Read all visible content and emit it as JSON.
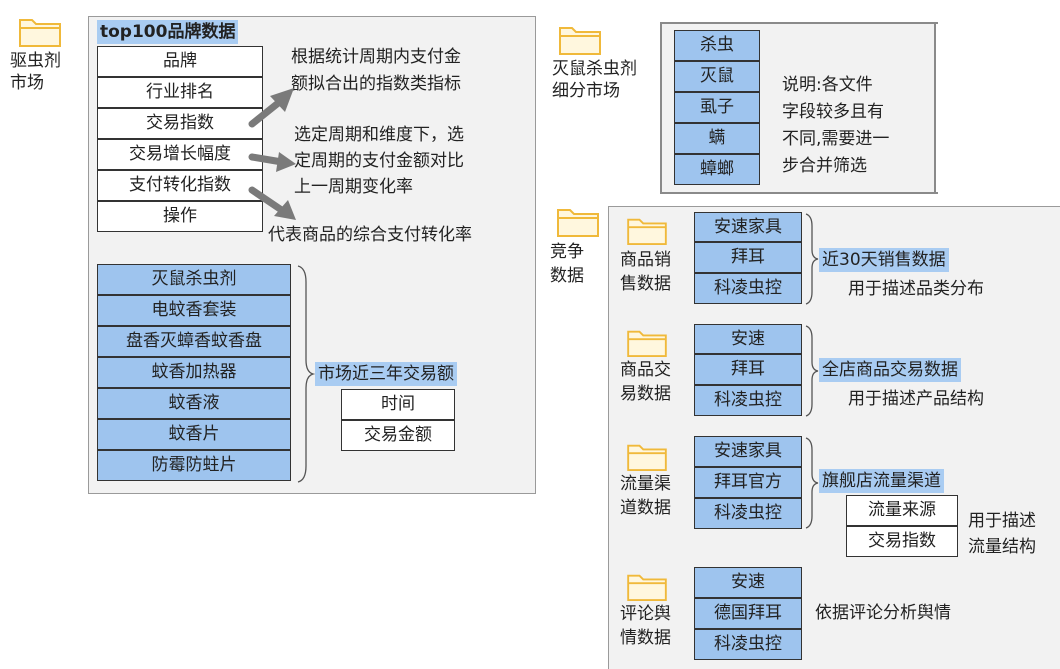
{
  "folders": {
    "quchong": {
      "line1": "驱虫剂",
      "line2": "市场"
    },
    "mieshu": {
      "line1": "灭鼠杀虫剂",
      "line2": "细分市场"
    },
    "jingzheng": {
      "line1": "竞争",
      "line2": "数据"
    }
  },
  "top100": {
    "title": "top100品牌数据",
    "fields": [
      "品牌",
      "行业排名",
      "交易指数",
      "交易增长幅度",
      "支付转化指数",
      "操作"
    ],
    "notes": {
      "index_line1": "根据统计周期内支付金",
      "index_line2": "额拟合出的指数类指标",
      "growth_line1": "选定周期和维度下，选",
      "growth_line2": "定周期的支付金额对比",
      "growth_line3": "上一周期变化率",
      "conversion": "代表商品的综合支付转化率"
    }
  },
  "market": {
    "categories": [
      "灭鼠杀虫剂",
      "电蚊香套装",
      "盘香灭蟑香蚊香盘",
      "蚊香加热器",
      "蚊香液",
      "蚊香片",
      "防霉防蛀片"
    ],
    "label": "市场近三年交易额",
    "fields": [
      "时间",
      "交易金额"
    ]
  },
  "subMarket": {
    "items": [
      "杀虫",
      "灭鼠",
      "虱子",
      "螨",
      "蟑螂"
    ],
    "note_line1": "说明:各文件",
    "note_line2": "字段较多且有",
    "note_line3": "不同,需要进一",
    "note_line4": "步合并筛选"
  },
  "competition": {
    "sales": {
      "title_line1": "商品销",
      "title_line2": "售数据",
      "brands": [
        "安速家具",
        "拜耳",
        "科凌虫控"
      ],
      "label": "近30天销售数据",
      "desc": "用于描述品类分布"
    },
    "trade": {
      "title_line1": "商品交",
      "title_line2": "易数据",
      "brands": [
        "安速",
        "拜耳",
        "科凌虫控"
      ],
      "label": "全店商品交易数据",
      "desc": "用于描述产品结构"
    },
    "traffic": {
      "title_line1": "流量渠",
      "title_line2": "道数据",
      "brands": [
        "安速家具",
        "拜耳官方",
        "科凌虫控"
      ],
      "label": "旗舰店流量渠道",
      "fields": [
        "流量来源",
        "交易指数"
      ],
      "desc_line1": "用于描述",
      "desc_line2": "流量结构"
    },
    "review": {
      "title_line1": "评论舆",
      "title_line2": "情数据",
      "brands": [
        "安速",
        "德国拜耳",
        "科凌虫控"
      ],
      "desc": "依据评论分析舆情"
    }
  },
  "colors": {
    "cell_blue": "#9ec4ee",
    "highlight": "#a9ccf2",
    "folder": "#f6c94a",
    "arrow": "#7a7a7a",
    "panel": "#f2f2f2"
  }
}
